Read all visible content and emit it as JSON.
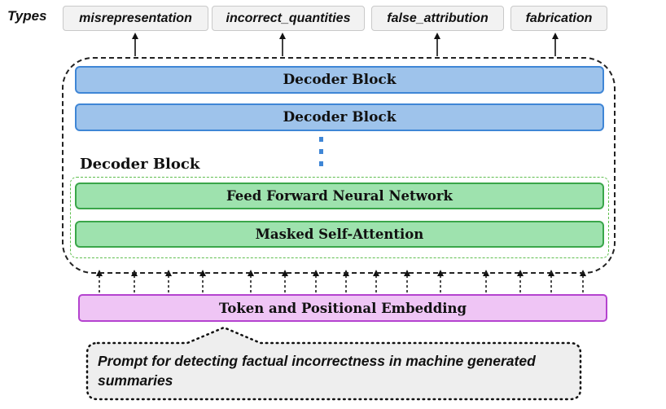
{
  "types": {
    "label": "Types",
    "items": [
      "misrepresentation",
      "incorrect_quantities",
      "false_attribution",
      "fabrication"
    ]
  },
  "decoder_stack": {
    "blocks": [
      "Decoder Block",
      "Decoder Block"
    ],
    "ellipsis": "⋮"
  },
  "expanded_block": {
    "title": "Decoder Block",
    "feed_forward": "Feed Forward Neural Network",
    "attention": "Masked Self-Attention"
  },
  "embedding": {
    "label": "Token and Positional Embedding"
  },
  "prompt": {
    "text": "Prompt for detecting factual incorrectness in machine generated summaries"
  },
  "colors": {
    "decoder_fill": "#9ec3eb",
    "decoder_border": "#3f86d6",
    "layer_fill": "#9ee2ae",
    "layer_border": "#3aa64a",
    "embedding_fill": "#efc5f5",
    "embedding_border": "#b443cf",
    "type_box_fill": "#f2f2f2",
    "prompt_fill": "#eeeeee"
  }
}
